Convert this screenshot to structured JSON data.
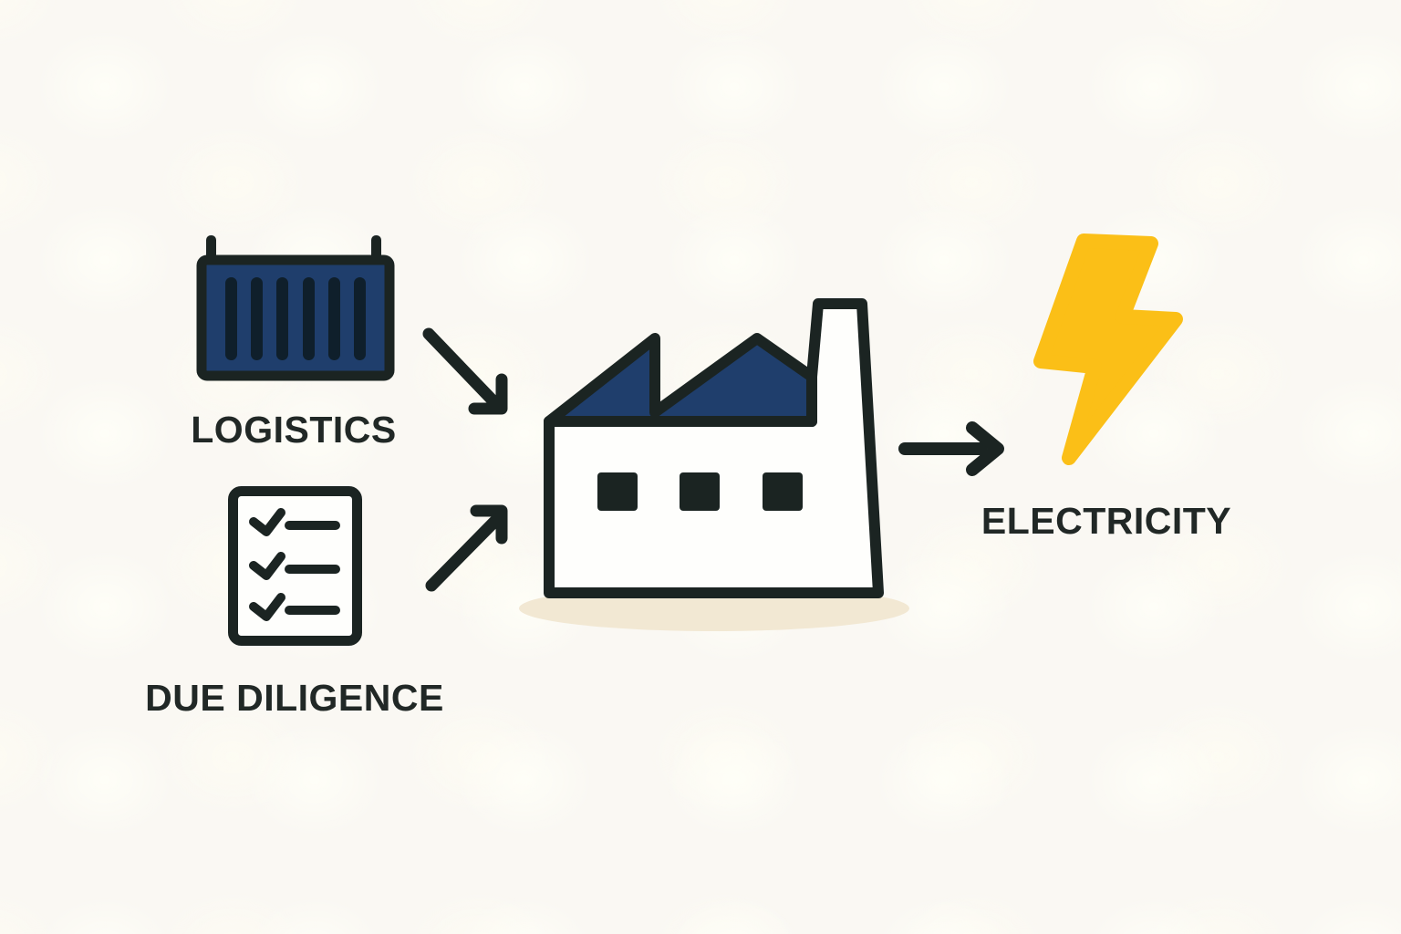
{
  "colors": {
    "background": "#FAF8F3",
    "ink": "#1B2422",
    "text_ink": "#212826",
    "navy": "#1F3E6C",
    "navy_dark": "#0F1F2B",
    "yellow": "#FBBF17",
    "paper": "#FEFEFC",
    "shadow_beige": "#F2E8D3"
  },
  "diagram": {
    "logistics": {
      "label": "LOGISTICS",
      "icon": "shipping-container-icon"
    },
    "due_diligence": {
      "label": "DUE DILIGENCE",
      "icon": "checklist-icon"
    },
    "factory": {
      "icon": "factory-icon"
    },
    "electricity": {
      "label": "ELECTRICITY",
      "icon": "lightning-bolt-icon"
    },
    "flow": [
      {
        "from": "logistics",
        "to": "factory"
      },
      {
        "from": "due_diligence",
        "to": "factory"
      },
      {
        "from": "factory",
        "to": "electricity"
      }
    ]
  }
}
